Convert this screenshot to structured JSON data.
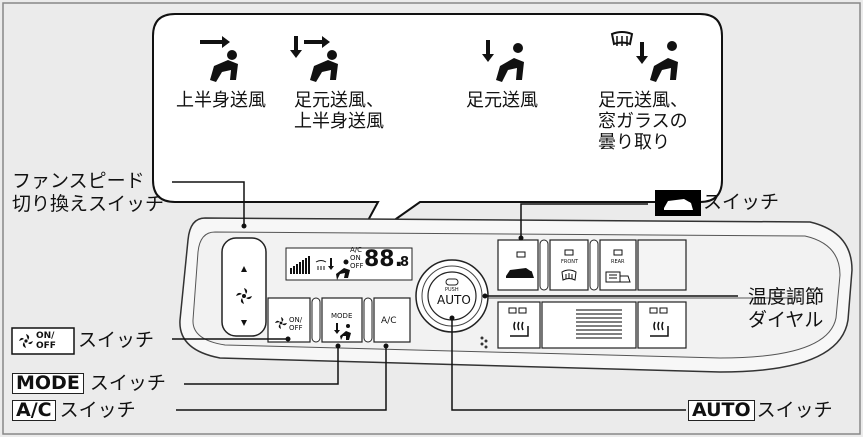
{
  "modes": [
    {
      "label": "上半身送風"
    },
    {
      "label": "足元送風、\n上半身送風"
    },
    {
      "label": "足元送風"
    },
    {
      "label": "足元送風、\n窓ガラスの\n曇り取り"
    }
  ],
  "callouts": {
    "fan_speed": "ファンスピード\n切り換えスイッチ",
    "recirc_switch": "スイッチ",
    "temp_dial": "温度調節\nダイヤル",
    "onoff_badge_top": "ON/",
    "onoff_badge_bottom": "OFF",
    "onoff_switch": "スイッチ",
    "mode_box": "MODE",
    "mode_switch": " スイッチ",
    "ac_box": "A/C",
    "ac_switch": "スイッチ",
    "auto_box": "AUTO",
    "auto_switch": "スイッチ"
  },
  "panel": {
    "ac_label": "A/C",
    "mode_label": "MODE",
    "onoff_label_top": "ON/",
    "onoff_label_bottom": "OFF",
    "front_label": "FRONT",
    "rear_label": "REAR",
    "push_label": "PUSH",
    "auto_label": "AUTO",
    "display_ac": "A/C",
    "display_on": "ON",
    "display_off": "OFF",
    "display_temp": "88.",
    "display_temp_small": "8"
  }
}
